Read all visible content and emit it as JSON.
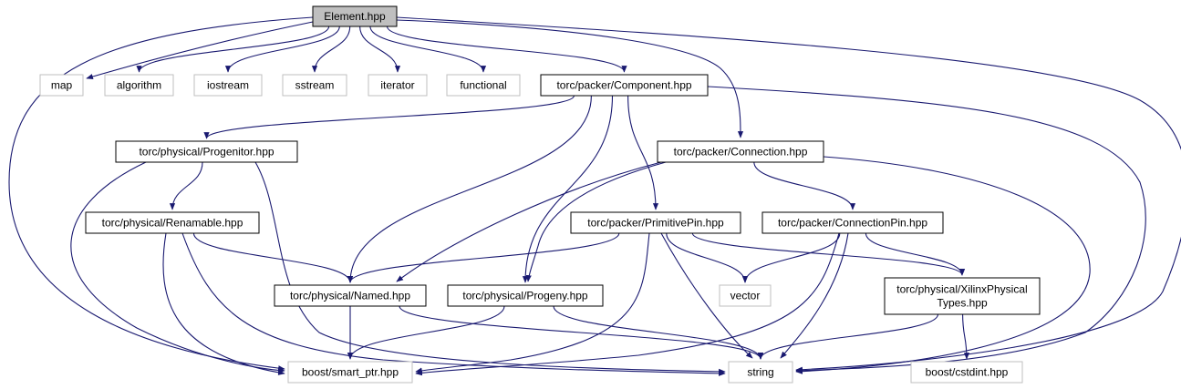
{
  "colors": {
    "edge": "#191970",
    "root_fill": "#bfbfbf",
    "normal_stroke": "#000000",
    "external_stroke": "#bfbfbf",
    "background": "#ffffff"
  },
  "nodes": [
    {
      "id": "element",
      "name": "node-element-hpp",
      "lines": [
        "Element.hpp"
      ],
      "kind": "root"
    },
    {
      "id": "map",
      "name": "node-map",
      "lines": [
        "map"
      ],
      "kind": "external"
    },
    {
      "id": "algorithm",
      "name": "node-algorithm",
      "lines": [
        "algorithm"
      ],
      "kind": "external"
    },
    {
      "id": "iostream",
      "name": "node-iostream",
      "lines": [
        "iostream"
      ],
      "kind": "external"
    },
    {
      "id": "sstream",
      "name": "node-sstream",
      "lines": [
        "sstream"
      ],
      "kind": "external"
    },
    {
      "id": "iterator",
      "name": "node-iterator",
      "lines": [
        "iterator"
      ],
      "kind": "external"
    },
    {
      "id": "functional",
      "name": "node-functional",
      "lines": [
        "functional"
      ],
      "kind": "external"
    },
    {
      "id": "component",
      "name": "node-component-hpp",
      "lines": [
        "torc/packer/Component.hpp"
      ],
      "kind": "normal"
    },
    {
      "id": "progenitor",
      "name": "node-progenitor-hpp",
      "lines": [
        "torc/physical/Progenitor.hpp"
      ],
      "kind": "normal"
    },
    {
      "id": "connection",
      "name": "node-connection-hpp",
      "lines": [
        "torc/packer/Connection.hpp"
      ],
      "kind": "normal"
    },
    {
      "id": "renamable",
      "name": "node-renamable-hpp",
      "lines": [
        "torc/physical/Renamable.hpp"
      ],
      "kind": "normal"
    },
    {
      "id": "primitivepin",
      "name": "node-primitivepin-hpp",
      "lines": [
        "torc/packer/PrimitivePin.hpp"
      ],
      "kind": "normal"
    },
    {
      "id": "connectionpin",
      "name": "node-connectionpin-hpp",
      "lines": [
        "torc/packer/ConnectionPin.hpp"
      ],
      "kind": "normal"
    },
    {
      "id": "named",
      "name": "node-named-hpp",
      "lines": [
        "torc/physical/Named.hpp"
      ],
      "kind": "normal"
    },
    {
      "id": "progeny",
      "name": "node-progeny-hpp",
      "lines": [
        "torc/physical/Progeny.hpp"
      ],
      "kind": "normal"
    },
    {
      "id": "vector",
      "name": "node-vector",
      "lines": [
        "vector"
      ],
      "kind": "external"
    },
    {
      "id": "xilinx",
      "name": "node-xilinxphysicaltypes-hpp",
      "lines": [
        "torc/physical/XilinxPhysical",
        "Types.hpp"
      ],
      "kind": "normal"
    },
    {
      "id": "smartptr",
      "name": "node-boost-smart-ptr-hpp",
      "lines": [
        "boost/smart_ptr.hpp"
      ],
      "kind": "external"
    },
    {
      "id": "string",
      "name": "node-string",
      "lines": [
        "string"
      ],
      "kind": "external"
    },
    {
      "id": "cstdint",
      "name": "node-boost-cstdint-hpp",
      "lines": [
        "boost/cstdint.hpp"
      ],
      "kind": "external"
    }
  ],
  "edges": [
    {
      "from": "element",
      "to": "map"
    },
    {
      "from": "element",
      "to": "algorithm"
    },
    {
      "from": "element",
      "to": "iostream"
    },
    {
      "from": "element",
      "to": "sstream"
    },
    {
      "from": "element",
      "to": "iterator"
    },
    {
      "from": "element",
      "to": "functional"
    },
    {
      "from": "element",
      "to": "component"
    },
    {
      "from": "element",
      "to": "connection"
    },
    {
      "from": "element",
      "to": "smartptr"
    },
    {
      "from": "element",
      "to": "string"
    },
    {
      "from": "component",
      "to": "progenitor"
    },
    {
      "from": "component",
      "to": "named"
    },
    {
      "from": "component",
      "to": "progeny"
    },
    {
      "from": "component",
      "to": "primitivepin"
    },
    {
      "from": "component",
      "to": "string"
    },
    {
      "from": "progenitor",
      "to": "renamable"
    },
    {
      "from": "progenitor",
      "to": "smartptr"
    },
    {
      "from": "progenitor",
      "to": "string"
    },
    {
      "from": "connection",
      "to": "named"
    },
    {
      "from": "connection",
      "to": "progeny"
    },
    {
      "from": "connection",
      "to": "connectionpin"
    },
    {
      "from": "connection",
      "to": "string"
    },
    {
      "from": "renamable",
      "to": "named"
    },
    {
      "from": "renamable",
      "to": "smartptr"
    },
    {
      "from": "renamable",
      "to": "string"
    },
    {
      "from": "primitivepin",
      "to": "named"
    },
    {
      "from": "primitivepin",
      "to": "vector"
    },
    {
      "from": "primitivepin",
      "to": "xilinx"
    },
    {
      "from": "primitivepin",
      "to": "smartptr"
    },
    {
      "from": "primitivepin",
      "to": "string"
    },
    {
      "from": "connectionpin",
      "to": "vector"
    },
    {
      "from": "connectionpin",
      "to": "xilinx"
    },
    {
      "from": "connectionpin",
      "to": "smartptr"
    },
    {
      "from": "connectionpin",
      "to": "string"
    },
    {
      "from": "named",
      "to": "smartptr"
    },
    {
      "from": "named",
      "to": "string"
    },
    {
      "from": "progeny",
      "to": "smartptr"
    },
    {
      "from": "progeny",
      "to": "string"
    },
    {
      "from": "xilinx",
      "to": "string"
    },
    {
      "from": "xilinx",
      "to": "cstdint"
    }
  ]
}
